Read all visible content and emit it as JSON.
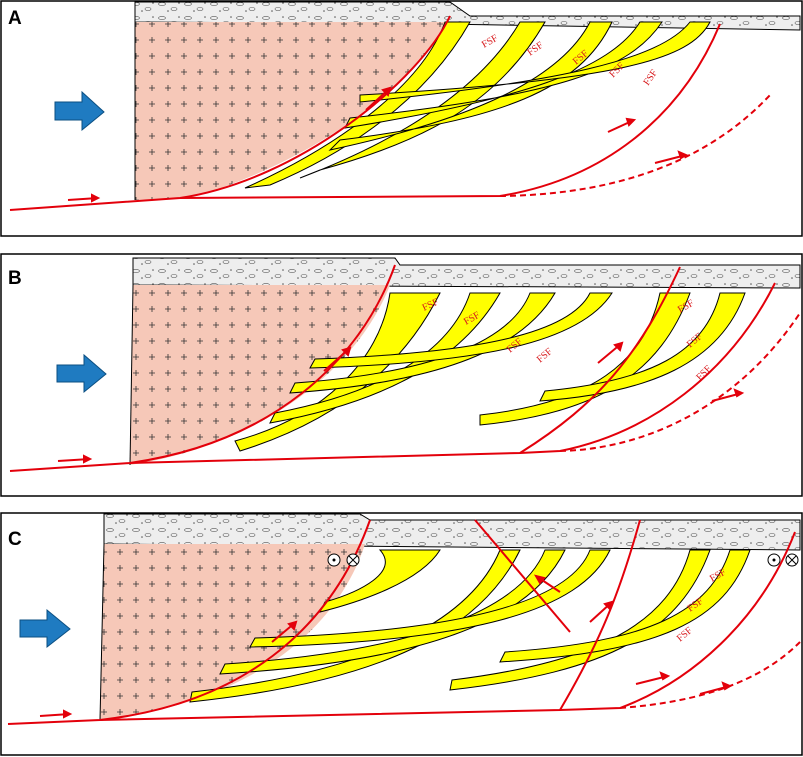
{
  "panels": [
    {
      "label": "A",
      "formation_labels": [
        "FSF",
        "FSF",
        "FSF",
        "FSF",
        "FSF"
      ]
    },
    {
      "label": "B",
      "formation_labels": [
        "FSF",
        "FSF",
        "FSF",
        "FSF",
        "FSF",
        "FSF",
        "FSF"
      ]
    },
    {
      "label": "C",
      "formation_labels": [
        "FSF",
        "FSF",
        "FSF"
      ]
    }
  ],
  "colors": {
    "basement": "#f6c8b8",
    "sand_layer": "#ffff00",
    "fault": "#e3000b",
    "compression_arrow": "#1f7bc1",
    "cover": "#ededed"
  },
  "icons": [
    "compression-arrow-icon",
    "out-of-page-symbol-icon",
    "into-page-symbol-icon"
  ]
}
